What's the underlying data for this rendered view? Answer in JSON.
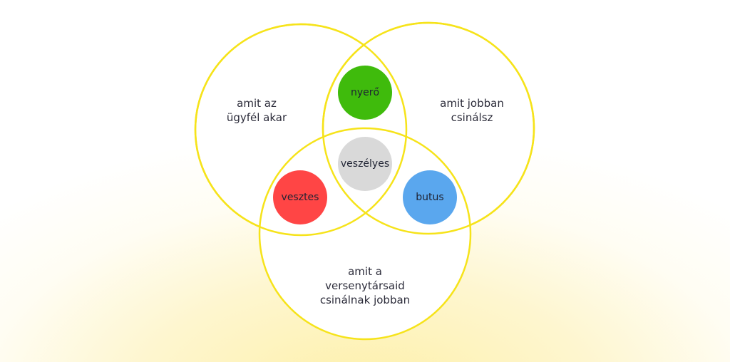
{
  "sets": [
    {
      "label_lines": [
        "amit az",
        "ügyfél akar"
      ]
    },
    {
      "label_lines": [
        "amit jobban",
        "csinálsz"
      ]
    },
    {
      "label_lines": [
        "amit a",
        "versenytársaid",
        "csinálnak jobban"
      ]
    }
  ],
  "regions": {
    "nyero": {
      "label": "nyerő",
      "color": "#3fbb0c"
    },
    "veszelyes": {
      "label": "veszélyes",
      "color": "#d9d9d9"
    },
    "vesztes": {
      "label": "vesztes",
      "color": "#ff4545"
    },
    "butus": {
      "label": "butus",
      "color": "#5aa7ee"
    }
  },
  "colors": {
    "circle_stroke": "#f6e31a"
  }
}
